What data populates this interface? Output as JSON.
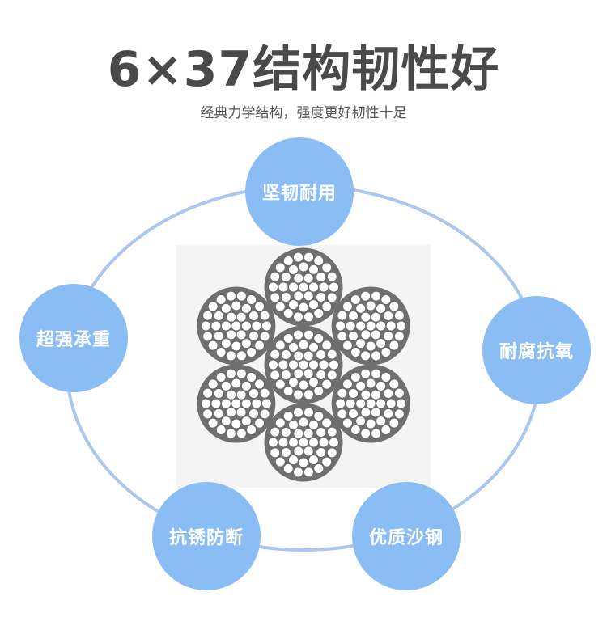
{
  "header": {
    "title": "6×37结构韧性好",
    "subtitle": "经典力学结构，强度更好韧性十足"
  },
  "features": {
    "top": "坚韧耐用",
    "left": "超强承重",
    "right": "耐腐抗氧",
    "bottom_left": "抗锈防断",
    "bottom_right": "优质沙钢"
  },
  "colors": {
    "badge": "#8bbdf5",
    "ring": "#a9c8ec",
    "title": "#4a4a4a"
  }
}
